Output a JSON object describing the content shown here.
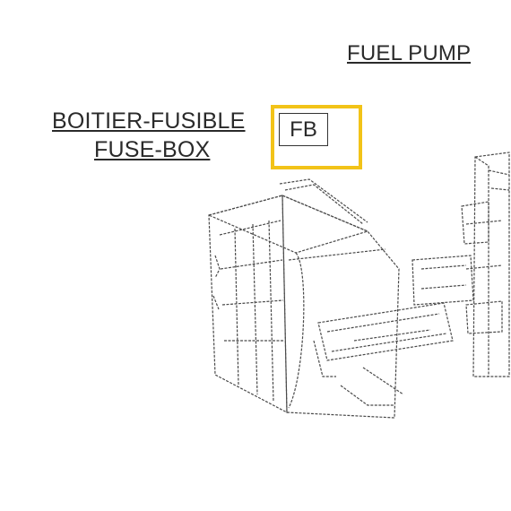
{
  "labels": {
    "fuel_pump": "FUEL PUMP",
    "fuse_box_fr": "BOITIER-FUSIBLE",
    "fuse_box_en": "FUSE-BOX",
    "connector_code": "FB"
  },
  "colors": {
    "highlight": "#f2c318",
    "line": "#4a4a4a",
    "text": "#2a2a2a",
    "background": "#ffffff"
  }
}
